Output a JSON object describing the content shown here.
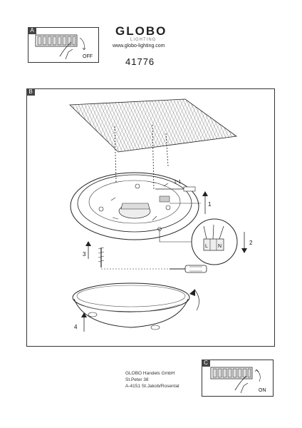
{
  "brand": {
    "name": "GLOBO",
    "sub": "LIGHTING",
    "url": "www.globo-lighting.com"
  },
  "model_number": "41776",
  "panels": {
    "a": {
      "tag": "A",
      "switch_label": "OFF"
    },
    "b": {
      "tag": "B"
    },
    "c": {
      "tag": "C",
      "switch_label": "ON"
    }
  },
  "steps": {
    "one_one": "1-1",
    "one": "1",
    "two": "2",
    "three": "3",
    "four": "4"
  },
  "terminals": [
    "L",
    "",
    "N"
  ],
  "address": {
    "line1": "GLOBO Handels GmbH",
    "line2": "St.Peter 38",
    "line3": "A-4151 St.Jakob/Rosental"
  }
}
